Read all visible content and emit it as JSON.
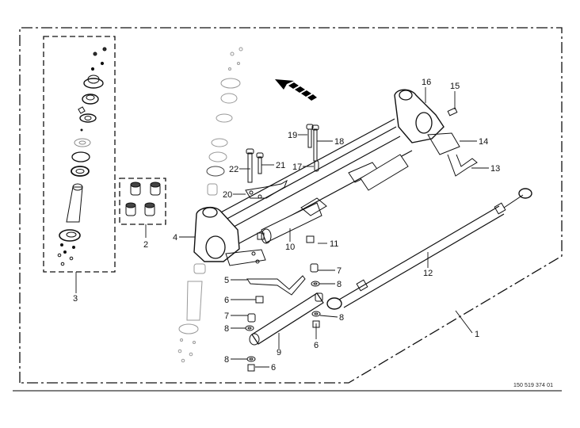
{
  "diagram": {
    "title": "Front axle assembly — exploded parts view",
    "document_number": "150 519 374 01",
    "direction_arrow": "travel-direction-arrow",
    "callouts": [
      {
        "id": "1",
        "label": "1"
      },
      {
        "id": "2",
        "label": "2"
      },
      {
        "id": "3",
        "label": "3"
      },
      {
        "id": "4",
        "label": "4"
      },
      {
        "id": "5",
        "label": "5"
      },
      {
        "id": "6a",
        "label": "6"
      },
      {
        "id": "6b",
        "label": "6"
      },
      {
        "id": "6c",
        "label": "6"
      },
      {
        "id": "7a",
        "label": "7"
      },
      {
        "id": "7b",
        "label": "7"
      },
      {
        "id": "8a",
        "label": "8"
      },
      {
        "id": "8b",
        "label": "8"
      },
      {
        "id": "8c",
        "label": "8"
      },
      {
        "id": "8d",
        "label": "8"
      },
      {
        "id": "9",
        "label": "9"
      },
      {
        "id": "10",
        "label": "10"
      },
      {
        "id": "11",
        "label": "11"
      },
      {
        "id": "12",
        "label": "12"
      },
      {
        "id": "13",
        "label": "13"
      },
      {
        "id": "14",
        "label": "14"
      },
      {
        "id": "15",
        "label": "15"
      },
      {
        "id": "16",
        "label": "16"
      },
      {
        "id": "17",
        "label": "17"
      },
      {
        "id": "18",
        "label": "18"
      },
      {
        "id": "19",
        "label": "19"
      },
      {
        "id": "20",
        "label": "20"
      },
      {
        "id": "21",
        "label": "21"
      },
      {
        "id": "22",
        "label": "22"
      }
    ]
  }
}
